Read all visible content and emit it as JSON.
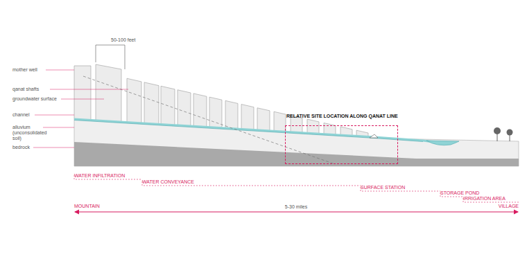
{
  "diagram": {
    "nodes": [
      {
        "text": [
          "RELATIVE SITE LOCATION ALONG QANAT LINE"
        ]
      }
    ],
    "labels": [
      "mother well",
      "qanat shafts",
      "groundwater surface",
      "channel",
      "alluvium (unconsolidated soil)",
      "bedrock",
      "50-100 feet",
      "WATER INFILTRATION",
      "WATER CONVEYANCE",
      "SURFACE STATION",
      "STORAGE POND",
      "IRRIGATION AREA",
      "MOUNTAIN",
      "5-30 miles",
      "VILLAGE"
    ]
  }
}
